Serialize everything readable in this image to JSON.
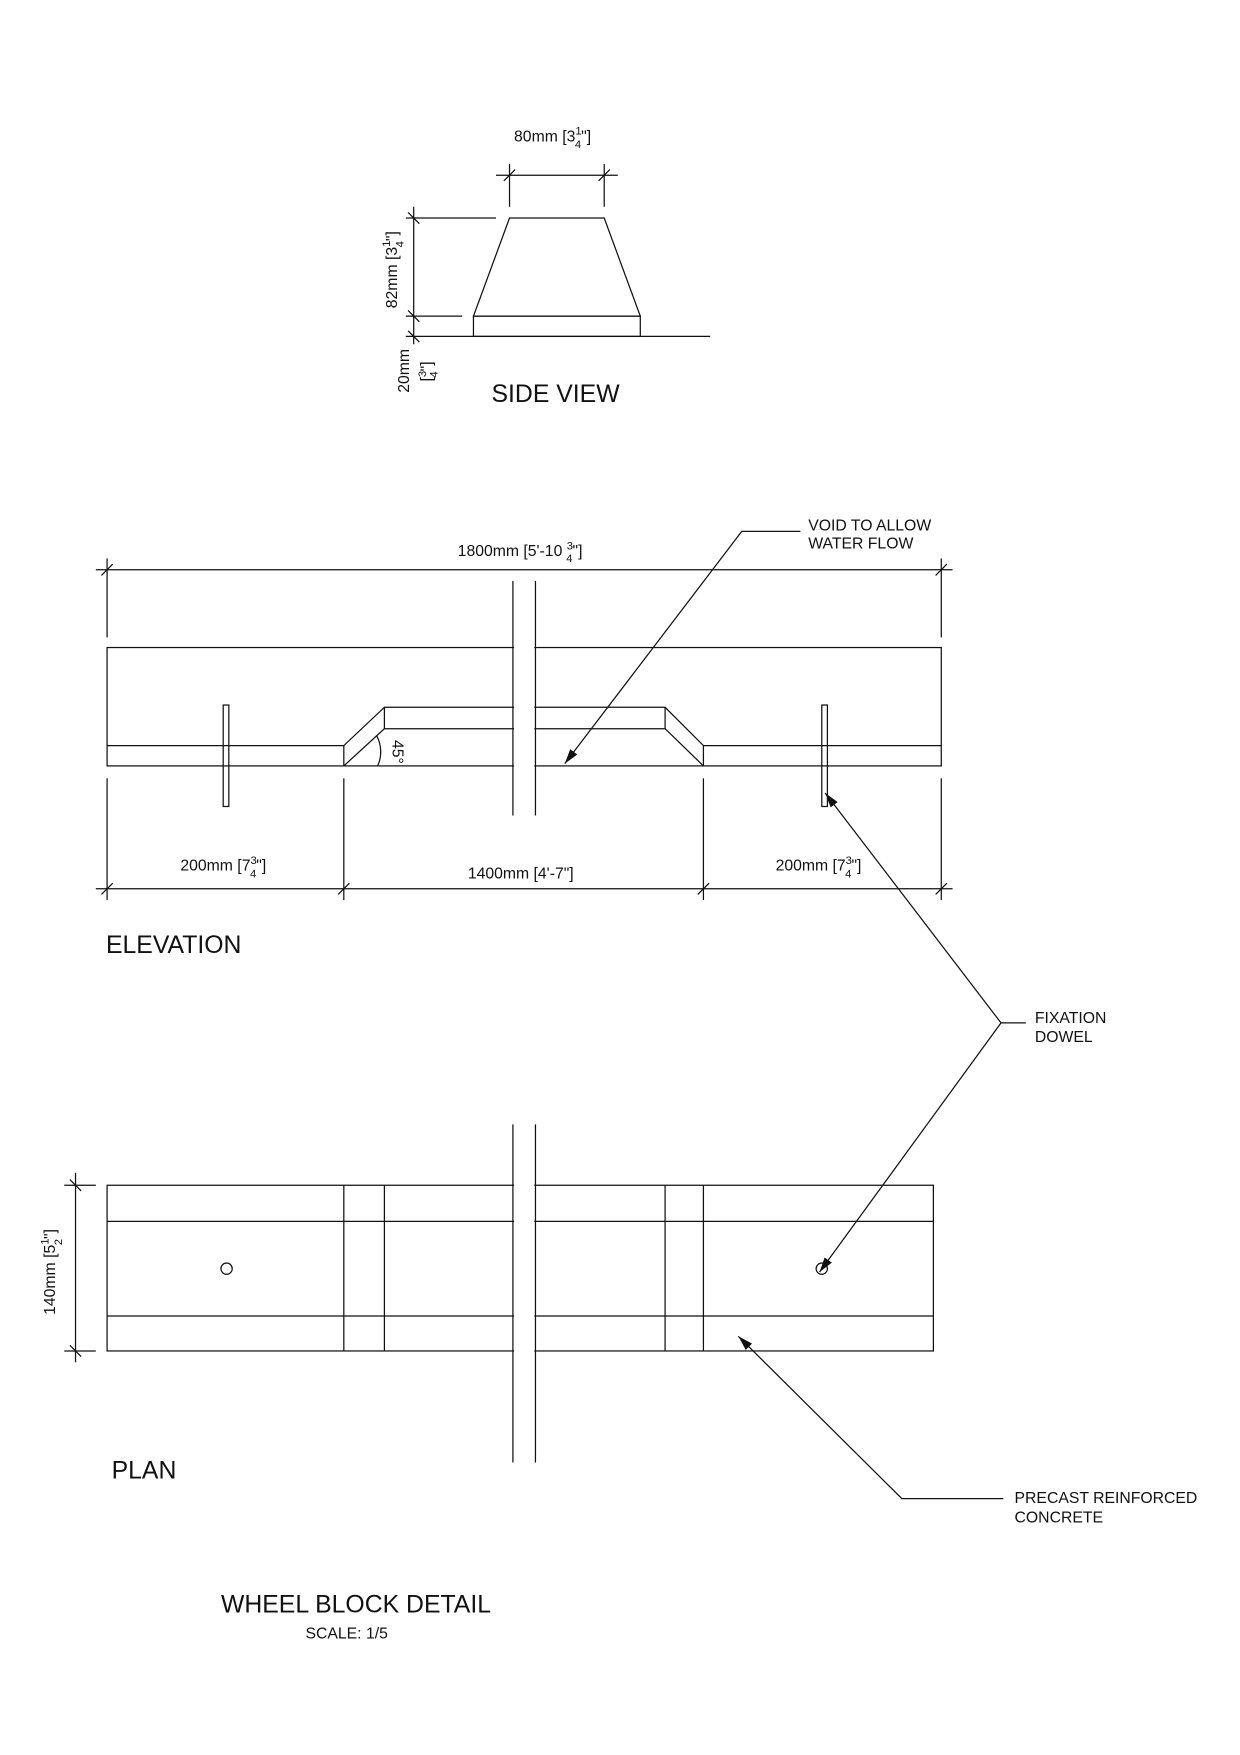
{
  "title": "WHEEL BLOCK DETAIL",
  "scale": "SCALE: 1/5",
  "side_view": {
    "label": "SIDE VIEW",
    "width_dim": {
      "main": "80mm [3",
      "num": "1",
      "den": "4",
      "tail": "\"]"
    },
    "height_dim": {
      "main": "82mm [3",
      "num": "1",
      "den": "4",
      "tail": "\"]"
    },
    "base_dim": {
      "main": "20mm",
      "bracket": "[",
      "num": "3",
      "den": "4",
      "tail": "\"]"
    }
  },
  "elevation": {
    "label": "ELEVATION",
    "overall_dim": {
      "main": "1800mm [5'-10 ",
      "num": "3",
      "den": "4",
      "tail": "\"]"
    },
    "left_dim": {
      "main": "200mm [7",
      "num": "3",
      "den": "4",
      "tail": "\"]"
    },
    "center_dim": "1400mm [4'-7\"]",
    "right_dim": {
      "main": "200mm [7",
      "num": "3",
      "den": "4",
      "tail": "\"]"
    },
    "angle": "45°"
  },
  "plan": {
    "label": "PLAN",
    "width_dim": {
      "main": "140mm [5",
      "num": "1",
      "den": "2",
      "tail": "\"]"
    }
  },
  "notes": {
    "void": [
      "VOID TO ALLOW",
      "WATER FLOW"
    ],
    "dowel": [
      "FIXATION",
      "DOWEL"
    ],
    "concrete": [
      "PRECAST REINFORCED",
      "CONCRETE"
    ]
  }
}
